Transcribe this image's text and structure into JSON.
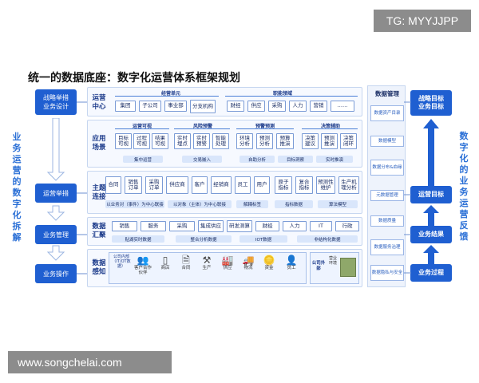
{
  "watermark_top": "TG: MYYJJPP",
  "watermark_bottom": "www.songchelai.com",
  "title": "统一的数据底座：数字化运营体系框架规划",
  "side_left": "业务运营的数字化拆解",
  "side_right": "数字化的业务运营反馈",
  "left_column": [
    "战略举措\n业务设计",
    "运营举措",
    "业务管理",
    "业务操作"
  ],
  "layers": {
    "ops_center": {
      "label": "运营\n中心",
      "group1_title": "经营单元",
      "group1": [
        "集团",
        "子公司",
        "事业部",
        "分支机构"
      ],
      "group2_title": "职能领域",
      "group2": [
        "财经",
        "供应",
        "采购",
        "人力",
        "营销",
        "……"
      ]
    },
    "app_scene": {
      "label": "应用\n场景",
      "groups": [
        {
          "title": "运营可视",
          "items": [
            "目标可视",
            "过程可视",
            "结果可视"
          ],
          "pill": "集中运营"
        },
        {
          "title": "风险预警",
          "items": [
            "实时埋点",
            "实时预警",
            "智能处理"
          ],
          "pill": "交易嵌入"
        },
        {
          "title": "预警预测",
          "items": [
            "环境分析",
            "预测分析",
            "预算推演"
          ],
          "pill": "自助分析"
        },
        {
          "title": "决策辅助",
          "items": [
            "决策建议",
            "预测推演",
            "决策闭环"
          ],
          "pill": "实时推演"
        }
      ],
      "pill_mid": "目标洞察"
    },
    "subject": {
      "label": "主题\n连接",
      "items": [
        "合同",
        "销售订单",
        "采购订单",
        "供应商",
        "客户",
        "经销商",
        "员工",
        "用户",
        "原子指标",
        "复合指标",
        "预测性维护",
        "生产机理分析"
      ],
      "pills": [
        "以业务对（事件）为中心联接",
        "以对象（主体）为中心联接",
        "解耦标签",
        "指标数据",
        "算法模型"
      ]
    },
    "data_collect": {
      "label": "数据\n汇聚",
      "items": [
        "销售",
        "服务",
        "采购",
        "集成供应",
        "研发测算",
        "财经",
        "人力",
        "IT",
        "行政"
      ],
      "pills": [
        "贴湖实时数据",
        "整合分析数据",
        "IOT数据",
        "非结构化数据"
      ]
    },
    "data_sense": {
      "label": "数据\n感知",
      "inner_label": "公司内部（IT/OT数据）",
      "icons": [
        {
          "glyph": "👥",
          "label": "客户合作伙伴"
        },
        {
          "glyph": "▯",
          "label": "商店"
        },
        {
          "glyph": "🗎",
          "label": "合同"
        },
        {
          "glyph": "⚒",
          "label": "生产"
        },
        {
          "glyph": "🏭",
          "label": "供应"
        },
        {
          "glyph": "🚚",
          "label": "物流"
        },
        {
          "glyph": "🪙",
          "label": "资金"
        },
        {
          "glyph": "👤",
          "label": "员工"
        }
      ],
      "outer_label": "公司外部",
      "outer_items": [
        "营业环境"
      ]
    }
  },
  "data_mgmt": {
    "title": "数据管理",
    "items": [
      "数据资产目录",
      "数据模型",
      "数据分布&血缘",
      "元数据管理",
      "数据质量",
      "数据服务治理",
      "数据隐私与安全"
    ]
  },
  "right_column": [
    "战略目标\n业务目标",
    "运营目标",
    "业务结果",
    "业务过程"
  ],
  "colors": {
    "accent": "#1f5fd1",
    "side_text": "#2a6fd6"
  }
}
